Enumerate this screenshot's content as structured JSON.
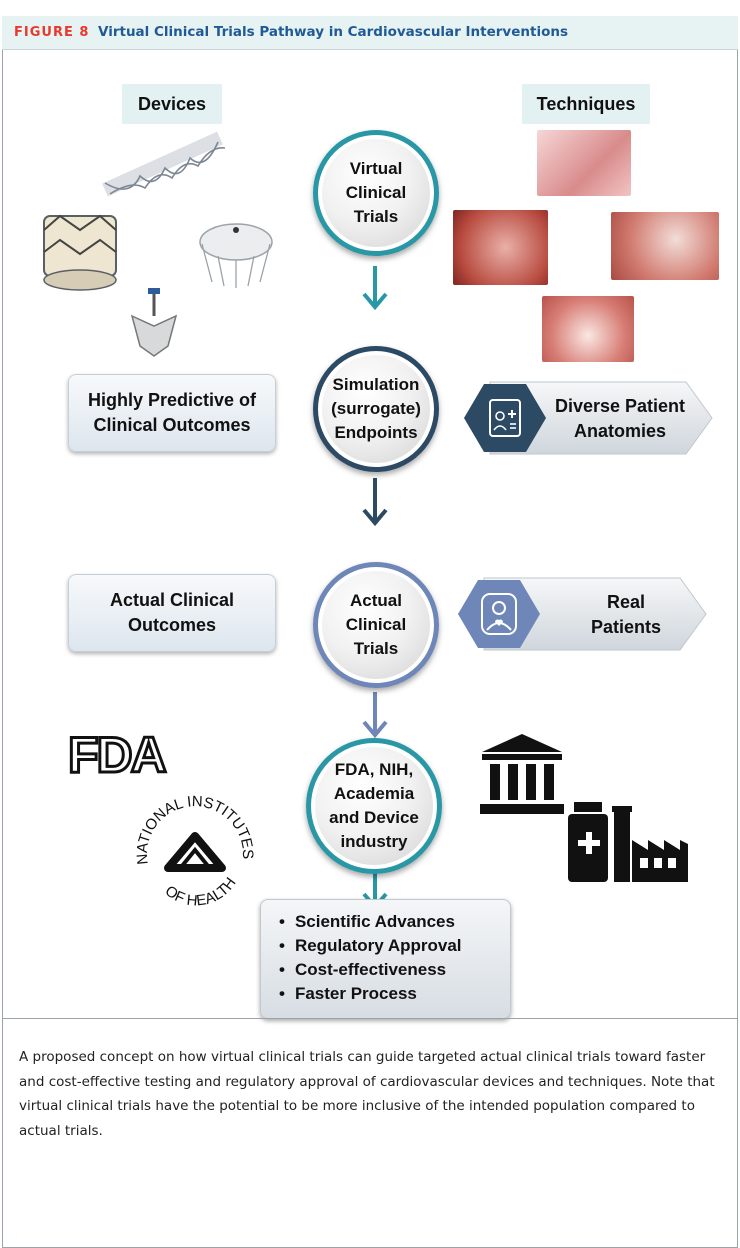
{
  "figure": {
    "label": "FIGURE 8",
    "title": "Virtual Clinical Trials Pathway in Cardiovascular Interventions"
  },
  "panels": {
    "devices": "Devices",
    "techniques": "Techniques"
  },
  "stages": {
    "virtual": "Virtual\nClinical\nTrials",
    "simulation": "Simulation\n(surrogate)\nEndpoints",
    "actual": "Actual\nClinical\nTrials",
    "agencies": "FDA, NIH,\nAcademia\nand Device\nindustry"
  },
  "boxes": {
    "predictive": "Highly Predictive of\nClinical Outcomes",
    "diverse": "Diverse Patient\nAnatomies",
    "actual_outcomes": "Actual Clinical\nOutcomes",
    "real_patients": "Real\nPatients"
  },
  "logos": {
    "fda": "FDA",
    "nih": "NATIONAL INSTITUTES OF HEALTH"
  },
  "outcomes": [
    "Scientific Advances",
    "Regulatory Approval",
    "Cost-effectiveness",
    "Faster Process"
  ],
  "caption": "A proposed concept on how virtual clinical trials can guide targeted actual clinical trials toward faster and cost-effective testing and regulatory approval of cardiovascular devices and techniques. Note that virtual clinical trials have the potential to be more inclusive of the intended population compared to actual trials.",
  "colors": {
    "accent_red": "#e8392e",
    "title_blue": "#1f5a94",
    "teal": "#2a97a6",
    "navy": "#2c4a63",
    "periwinkle": "#6f86b8"
  }
}
